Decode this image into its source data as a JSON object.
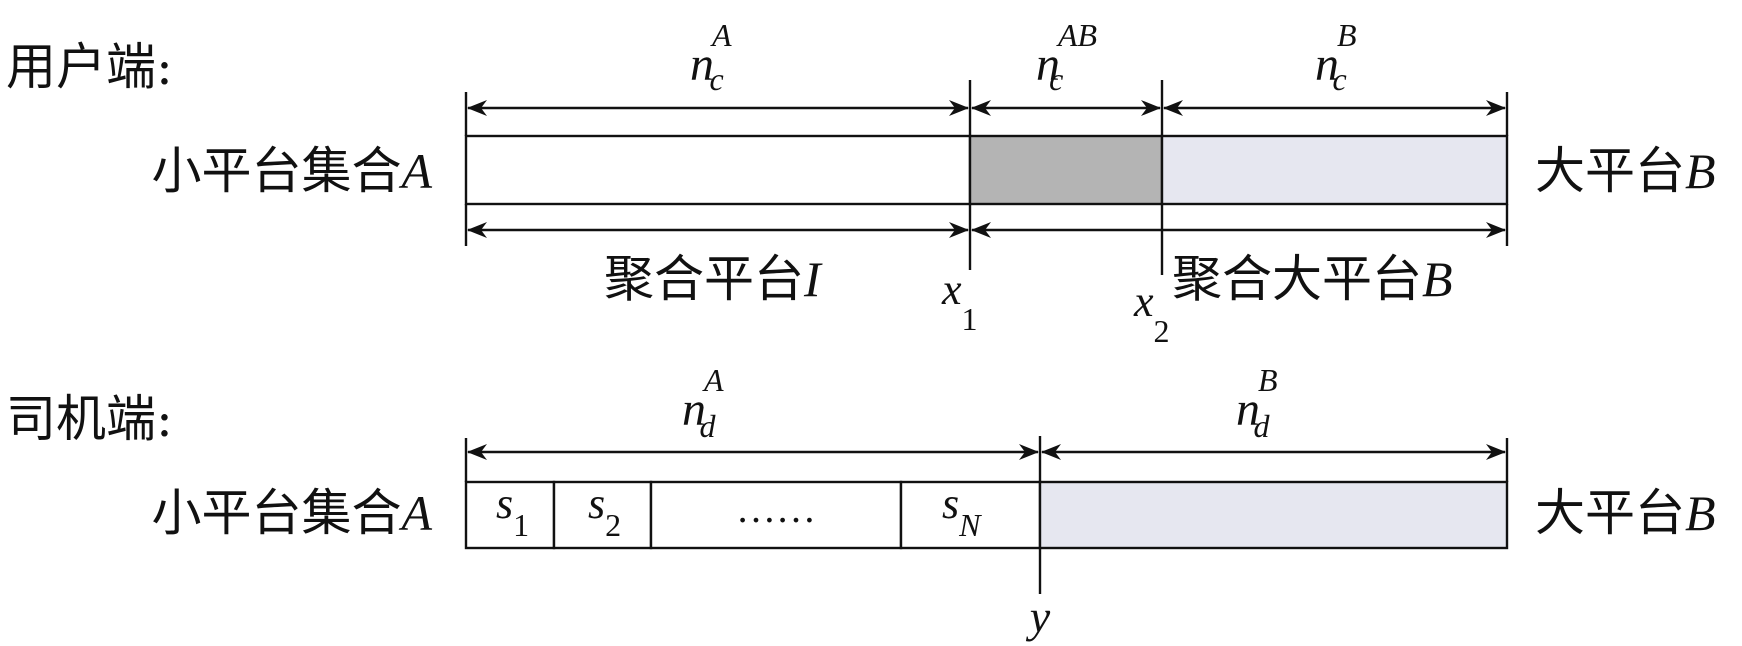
{
  "colors": {
    "shared_fill": "#b4b4b4",
    "platform_b_fill": "#e6e7f0",
    "empty_fill": "#ffffff",
    "ink": "#111111"
  },
  "user_side": {
    "heading": "用户端:",
    "left_label": "小平台集合",
    "left_label_var": "A",
    "right_label": "大平台",
    "right_label_var": "B",
    "top_spans": [
      {
        "base": "n",
        "sub": "c",
        "sup": "A"
      },
      {
        "base": "n",
        "sub": "c",
        "sup": "AB"
      },
      {
        "base": "n",
        "sub": "c",
        "sup": "B"
      }
    ],
    "bottom_left_label": "聚合平台",
    "bottom_left_var": "I",
    "bottom_right_label": "聚合大平台",
    "bottom_right_var": "B",
    "marker_x1": {
      "base": "x",
      "sub": "1"
    },
    "marker_x2": {
      "base": "x",
      "sub": "2"
    }
  },
  "driver_side": {
    "heading": "司机端:",
    "left_label": "小平台集合",
    "left_label_var": "A",
    "right_label": "大平台",
    "right_label_var": "B",
    "top_spans": [
      {
        "base": "n",
        "sub": "d",
        "sup": "A"
      },
      {
        "base": "n",
        "sub": "d",
        "sup": "B"
      }
    ],
    "cells": [
      {
        "base": "s",
        "sub": "1"
      },
      {
        "base": "s",
        "sub": "2"
      },
      {
        "text": "……"
      },
      {
        "base": "s",
        "sub": "N"
      }
    ],
    "marker_y": "y"
  }
}
